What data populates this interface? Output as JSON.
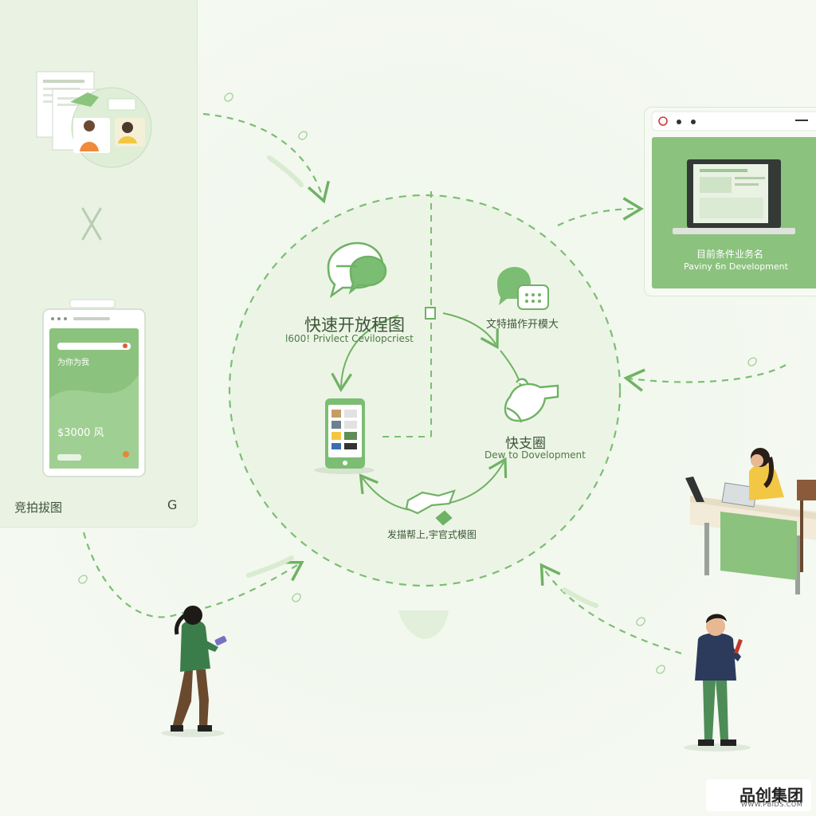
{
  "left_panel": {
    "label": "竞拍拔图",
    "glyph": "G",
    "phone_card": {
      "heading": "为你为我",
      "price": "$3000 风"
    }
  },
  "right_panel": {
    "caption_cn": "目前条件业务名",
    "caption_en": "Paviny 6n Development"
  },
  "center": {
    "main_title": "快速开放程图",
    "main_subtitle": "l600! Privlect Cevilopcriest",
    "top_right_label": "文特描作开模大",
    "dev_title": "快支圈",
    "dev_subtitle": "Dew to Dovelopment",
    "bottom_label": "发描帮上,宇官式模图"
  },
  "brand": {
    "name": "品创集团",
    "url": "WWW.PBIDS.COM"
  },
  "colors": {
    "accent": "#6fb264",
    "dashed": "#7cbd74",
    "panel": "#eaf3e3",
    "brand_red": "#e2392b",
    "brand_orange": "#f29a1f"
  }
}
